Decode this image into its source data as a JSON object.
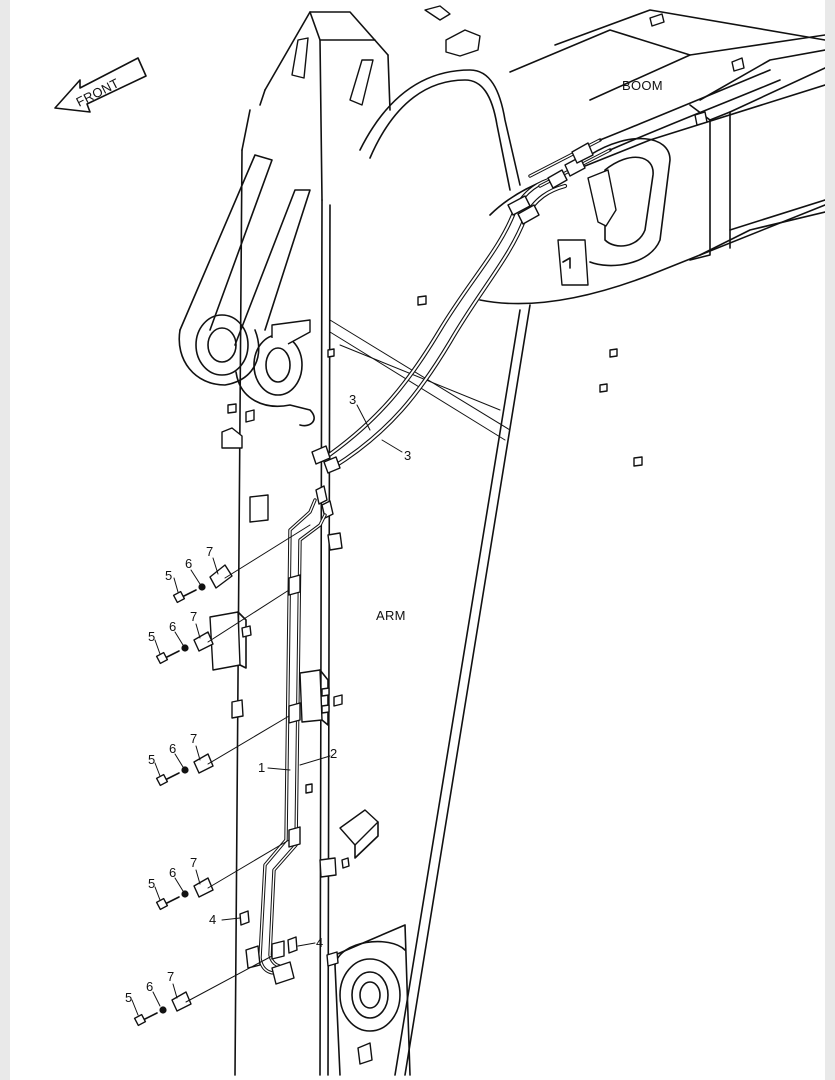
{
  "labels": {
    "front": "FRONT",
    "boom": "BOOM",
    "arm": "ARM"
  },
  "callouts": {
    "c1": "1",
    "c2": "2",
    "c3a": "3",
    "c3b": "3",
    "c4a": "4",
    "c4b": "4",
    "c5": "5",
    "c6": "6",
    "c7": "7"
  },
  "colors": {
    "background": "#e9e9e9",
    "paper": "#ffffff",
    "ink": "#111111"
  }
}
